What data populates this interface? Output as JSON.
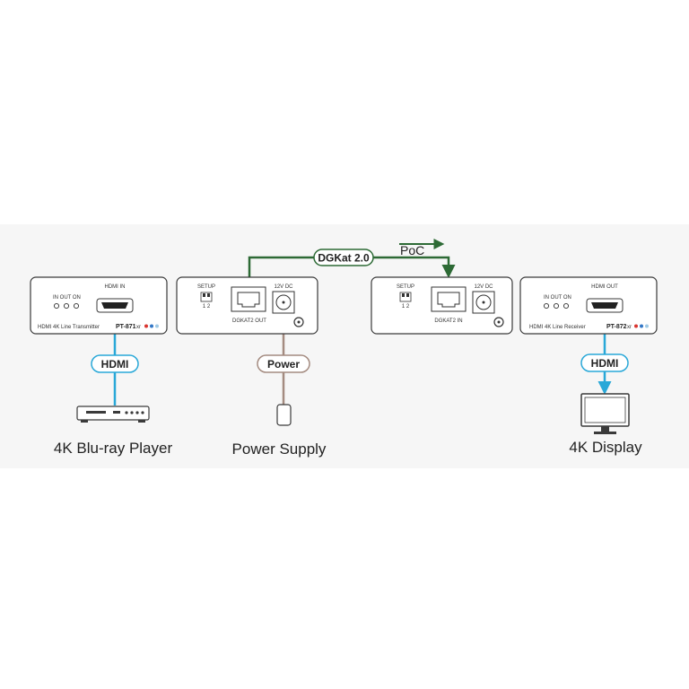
{
  "transmitter": {
    "hdmi_label": "HDMI IN",
    "led_labels": "IN OUT ON",
    "description": "HDMI 4K Line Transmitter",
    "model": "PT-871",
    "model_suffix": "xr"
  },
  "transmitter_rear": {
    "setup_label": "SETUP",
    "switch_numbers": "1 2",
    "port_label": "DGKAT2 OUT",
    "power_label": "12V DC"
  },
  "receiver_rear": {
    "setup_label": "SETUP",
    "switch_numbers": "1 2",
    "port_label": "DGKAT2 IN",
    "power_label": "12V DC"
  },
  "receiver": {
    "hdmi_label": "HDMI OUT",
    "led_labels": "IN OUT ON",
    "description": "HDMI 4K Line Receiver",
    "model": "PT-872",
    "model_suffix": "xr"
  },
  "links": {
    "hdmi_left": "HDMI",
    "hdmi_right": "HDMI",
    "power": "Power",
    "dgkat": "DGKat 2.0",
    "poc": "PoC"
  },
  "captions": {
    "source": "4K Blu-ray Player",
    "power_supply": "Power Supply",
    "display": "4K Display"
  },
  "colors": {
    "hdmi_cable": "#29a8d8",
    "power_cable": "#a48b80",
    "dgkat_cable": "#2d6a35",
    "device_fill": "#ffffff",
    "device_stroke": "#3a3a3a"
  },
  "icons": {
    "blu_ray": "blu-ray-player-icon",
    "display": "monitor-icon",
    "power_adapter": "power-adapter-icon"
  }
}
